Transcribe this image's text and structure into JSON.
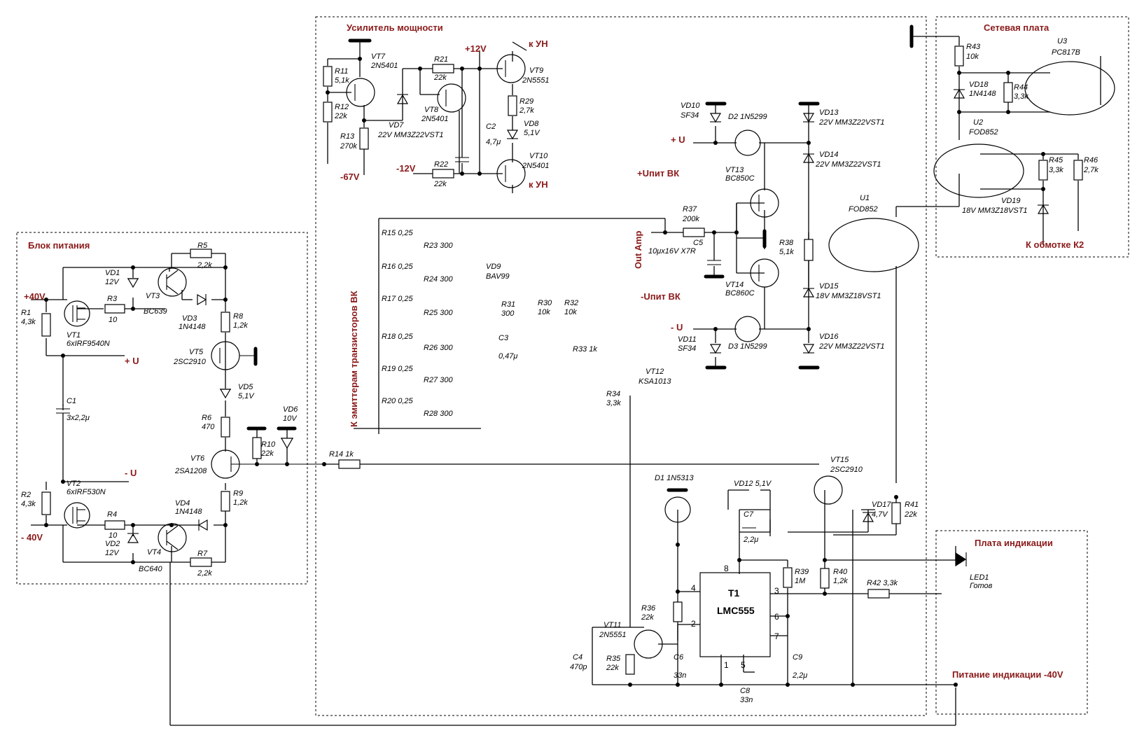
{
  "sections": {
    "power_supply": "Блок питания",
    "power_amp": "Усилитель мощности",
    "mains_board": "Сетевая плата",
    "indicator_board": "Плата индикации"
  },
  "nets": {
    "p40v": "+40V",
    "m40v": "- 40V",
    "plus_u": "+ U",
    "minus_u": "- U",
    "plus_u2": "+ U",
    "minus_u2": "- U",
    "p12v": "+12V",
    "m12v": "-12V",
    "m67v": "-67V",
    "k_un_top": "к УН",
    "k_un_bot": "к УН",
    "upit_plus": "+Uпит ВК",
    "upit_minus": "-Uпит ВК",
    "out_amp": "Out Amp",
    "emitters": "К эмиттерам транзисторов ВК",
    "k2": "К обмотке К2",
    "ind_power": "Питание индикации -40V"
  },
  "ic": {
    "ref": "T1",
    "type": "LMC555",
    "p1": "1",
    "p2": "2",
    "p3": "3",
    "p4": "4",
    "p5": "5",
    "p6": "6",
    "p7": "7",
    "p8": "8"
  },
  "c": {
    "R1_ref": "R1",
    "R1_val": "4,3k",
    "R2_ref": "R2",
    "R2_val": "4,3k",
    "R3_ref": "R3",
    "R3_val": "10",
    "R4_ref": "R4",
    "R4_val": "10",
    "R5_ref": "R5",
    "R5_val": "2,2k",
    "R6_ref": "R6",
    "R6_val": "470",
    "R7_ref": "R7",
    "R7_val": "2,2k",
    "R8_ref": "R8",
    "R8_val": "1,2k",
    "R9_ref": "R9",
    "R9_val": "1,2k",
    "R10_ref": "R10",
    "R10_val": "22k",
    "R11_ref": "R11",
    "R11_val": "5,1k",
    "R12_ref": "R12",
    "R12_val": "22k",
    "R13_ref": "R13",
    "R13_val": "270k",
    "R14_txt": "R14  1k",
    "R15_txt": "R15  0,25",
    "R16_txt": "R16  0,25",
    "R17_txt": "R17  0,25",
    "R18_txt": "R18  0,25",
    "R19_txt": "R19  0,25",
    "R20_txt": "R20  0,25",
    "R21_ref": "R21",
    "R21_val": "22k",
    "R22_ref": "R22",
    "R22_val": "22k",
    "R23_txt": "R23  300",
    "R24_txt": "R24  300",
    "R25_txt": "R25  300",
    "R26_txt": "R26  300",
    "R27_txt": "R27  300",
    "R28_txt": "R28  300",
    "R29_ref": "R29",
    "R29_val": "2,7k",
    "R30_ref": "R30",
    "R30_val": "10k",
    "R31_ref": "R31",
    "R31_val": "300",
    "R32_ref": "R32",
    "R32_val": "10k",
    "R33_txt": "R33  1k",
    "R34_ref": "R34",
    "R34_val": "3,3k",
    "R35_ref": "R35",
    "R35_val": "22k",
    "R36_ref": "R36",
    "R36_val": "22k",
    "R37_ref": "R37",
    "R37_val": "200k",
    "R38_ref": "R38",
    "R38_val": "5,1k",
    "R39_ref": "R39",
    "R39_val": "1M",
    "R40_ref": "R40",
    "R40_val": "1,2k",
    "R41_ref": "R41",
    "R41_val": "22k",
    "R42_txt": "R42  3,3k",
    "R43_ref": "R43",
    "R43_val": "10k",
    "R44_ref": "R44",
    "R44_val": "3,3k",
    "R45_ref": "R45",
    "R45_val": "3,3k",
    "R46_ref": "R46",
    "R46_val": "2,7k",
    "C1_ref": "C1",
    "C1_val": "3x2,2μ",
    "C2_ref": "C2",
    "C2_val": "4,7μ",
    "C3_ref": "C3",
    "C3_val": "0,47μ",
    "C4_ref": "C4",
    "C4_val": "470p",
    "C5_ref": "C5",
    "C5_val": "10μx16V  X7R",
    "C6_ref": "C6",
    "C6_val": "33n",
    "C7_ref": "C7",
    "C7_val": "2,2μ",
    "C8_ref": "C8",
    "C8_val": "33n",
    "C9_ref": "C9",
    "C9_val": "2,2μ",
    "VD1_ref": "VD1",
    "VD1_val": "12V",
    "VD2_ref": "VD2",
    "VD2_val": "12V",
    "VD3_ref": "VD3",
    "VD3_val": "1N4148",
    "VD4_ref": "VD4",
    "VD4_val": "1N4148",
    "VD5_ref": "VD5",
    "VD5_val": "5,1V",
    "VD6_ref": "VD6",
    "VD6_val": "10V",
    "VD7_ref": "VD7",
    "VD7_val": "22V MM3Z22VST1",
    "VD8_ref": "VD8",
    "VD8_val": "5,1V",
    "VD9_ref": "VD9",
    "VD9_val": "BAV99",
    "VD10_ref": "VD10",
    "VD10_val": "SF34",
    "VD11_ref": "VD11",
    "VD11_val": "SF34",
    "VD12_txt": "VD12  5,1V",
    "VD13_ref": "VD13",
    "VD13_val": "22V MM3Z22VST1",
    "VD14_ref": "VD14",
    "VD14_val": "22V MM3Z22VST1",
    "VD15_ref": "VD15",
    "VD15_val": "18V MM3Z18VST1",
    "VD16_ref": "VD16",
    "VD16_val": "22V MM3Z22VST1",
    "VD17_ref": "VD17",
    "VD17_val": "4,7V",
    "VD18_ref": "VD18",
    "VD18_val": "1N4148",
    "VD19_ref": "VD19",
    "VD19_val": "18V MM3Z18VST1",
    "D1_txt": "D1 1N5313",
    "D2_txt": "D2 1N5299",
    "D3_txt": "D3 1N5299",
    "VT1_ref": "VT1",
    "VT1_val": "6xIRF9540N",
    "VT2_ref": "VT2",
    "VT2_val": "6xIRF530N",
    "VT3_ref": "VT3",
    "VT3_val": "BC639",
    "VT4_ref": "VT4",
    "VT4_val": "BC640",
    "VT5_ref": "VT5",
    "VT5_val": "2SC2910",
    "VT6_ref": "VT6",
    "VT6_val": "2SA1208",
    "VT7_ref": "VT7",
    "VT7_val": "2N5401",
    "VT8_ref": "VT8",
    "VT8_val": "2N5401",
    "VT9_ref": "VT9",
    "VT9_val": "2N5551",
    "VT10_ref": "VT10",
    "VT10_val": "2N5401",
    "VT11_ref": "VT11",
    "VT11_val": "2N5551",
    "VT12_ref": "VT12",
    "VT12_val": "KSA1013",
    "VT13_ref": "VT13",
    "VT13_val": "BC850C",
    "VT14_ref": "VT14",
    "VT14_val": "BC860C",
    "VT15_ref": "VT15",
    "VT15_val": "2SC2910",
    "U1_ref": "U1",
    "U1_val": "FOD852",
    "U2_ref": "U2",
    "U2_val": "FOD852",
    "U3_ref": "U3",
    "U3_val": "PC817B",
    "LED1_ref": "LED1",
    "LED1_val": "Готов"
  }
}
